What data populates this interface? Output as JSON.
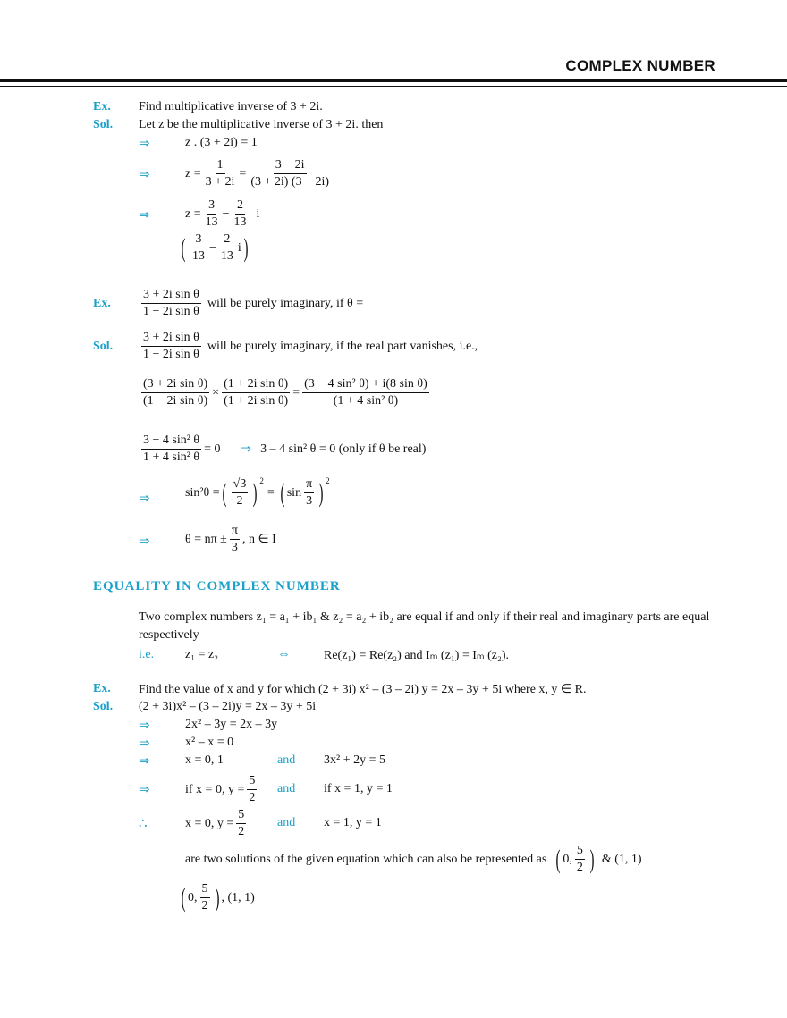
{
  "header": {
    "title": "COMPLEX NUMBER"
  },
  "labels": {
    "ex": "Ex.",
    "sol": "Sol.",
    "implies": "⇒",
    "therefore": "∴",
    "ie": "i.e.",
    "and": "and",
    "iff": "⇔"
  },
  "ex1": {
    "question": "Find multiplicative inverse of 3 + 2i.",
    "sol": "Let z be the multiplicative inverse of 3 + 2i. then",
    "s1": "z . (3 + 2i) = 1",
    "s2": {
      "z": "z =",
      "n1": "1",
      "d1": "3 + 2i",
      "eq": "=",
      "n2": "3 − 2i",
      "d2": "(3 + 2i) (3 − 2i)"
    },
    "s3": {
      "z": "z =",
      "n1": "3",
      "d1": "13",
      "minus": "−",
      "n2": "2",
      "d2": "13",
      "i": "i"
    },
    "s4": {
      "open": "(",
      "n1": "3",
      "d1": "13",
      "minus": "−",
      "n2": "2",
      "d2": "13",
      "i": "i",
      "close": ")"
    }
  },
  "ex2": {
    "num": "3 + 2i sin θ",
    "den": "1 − 2i sin θ",
    "question": "will be purely imaginary, if θ =",
    "sol": "will be purely imaginary, if the real part vanishes, i.e.,",
    "p": {
      "n1": "(3 + 2i sin θ)",
      "d1": "(1 − 2i sin θ)",
      "times": "×",
      "n2": "(1 + 2i sin θ)",
      "d2": "(1 + 2i sin θ)",
      "eq": "=",
      "n3": "(3 − 4 sin² θ) + i(8 sin θ)",
      "d3": "(1 + 4 sin² θ)"
    },
    "q": {
      "n": "3 − 4 sin² θ",
      "d": "1 + 4 sin² θ",
      "eq": "= 0",
      "rest": "3 – 4 sin² θ = 0 (only if θ be real)"
    },
    "r": {
      "lhs": "sin²θ =",
      "n1": "√3",
      "d1": "2",
      "sq": "2",
      "eq": "=",
      "sin": "sin",
      "n2": "π",
      "d2": "3"
    },
    "s": {
      "lhs": "θ = nπ ±",
      "n": "π",
      "d": "3",
      "rest": ", n ∈ I"
    }
  },
  "equality": {
    "heading": "EQUALITY IN COMPLEX NUMBER",
    "para1": "Two complex numbers z₁ = a₁ + ib₁ & z₂ = a₂ + ib₂ are equal if and only if their real and imaginary parts are equal",
    "para2": "respectively",
    "ie_lhs": "z₁ = z₂",
    "ie_rhs": "Re(z₁) = Re(z₂)  and  Iₘ (z₁) = Iₘ (z₂)."
  },
  "ex3": {
    "question": "Find the value of x and y for which (2 + 3i) x² – (3 – 2i) y = 2x – 3y + 5i where x, y ∈ R.",
    "sol": "(2 + 3i)x² – (3 – 2i)y = 2x – 3y + 5i",
    "l1": "2x² – 3y = 2x – 3y",
    "l2": "x² – x = 0",
    "l3a": "x = 0, 1",
    "l3b": "3x² + 2y = 5",
    "l4a": "if x = 0,  y =",
    "l4n": "5",
    "l4d": "2",
    "l4b": "if x = 1, y = 1",
    "l5a": "x = 0, y =",
    "l5n": "5",
    "l5d": "2",
    "l5b": "x = 1, y = 1",
    "l6": "are two solutions of the given equation which can also be represented as",
    "l6p": "0,",
    "l6n": "5",
    "l6d": "2",
    "l6b": "& (1, 1)",
    "l7p": "0,",
    "l7n": "5",
    "l7d": "2",
    "l7b": ", (1, 1)"
  }
}
